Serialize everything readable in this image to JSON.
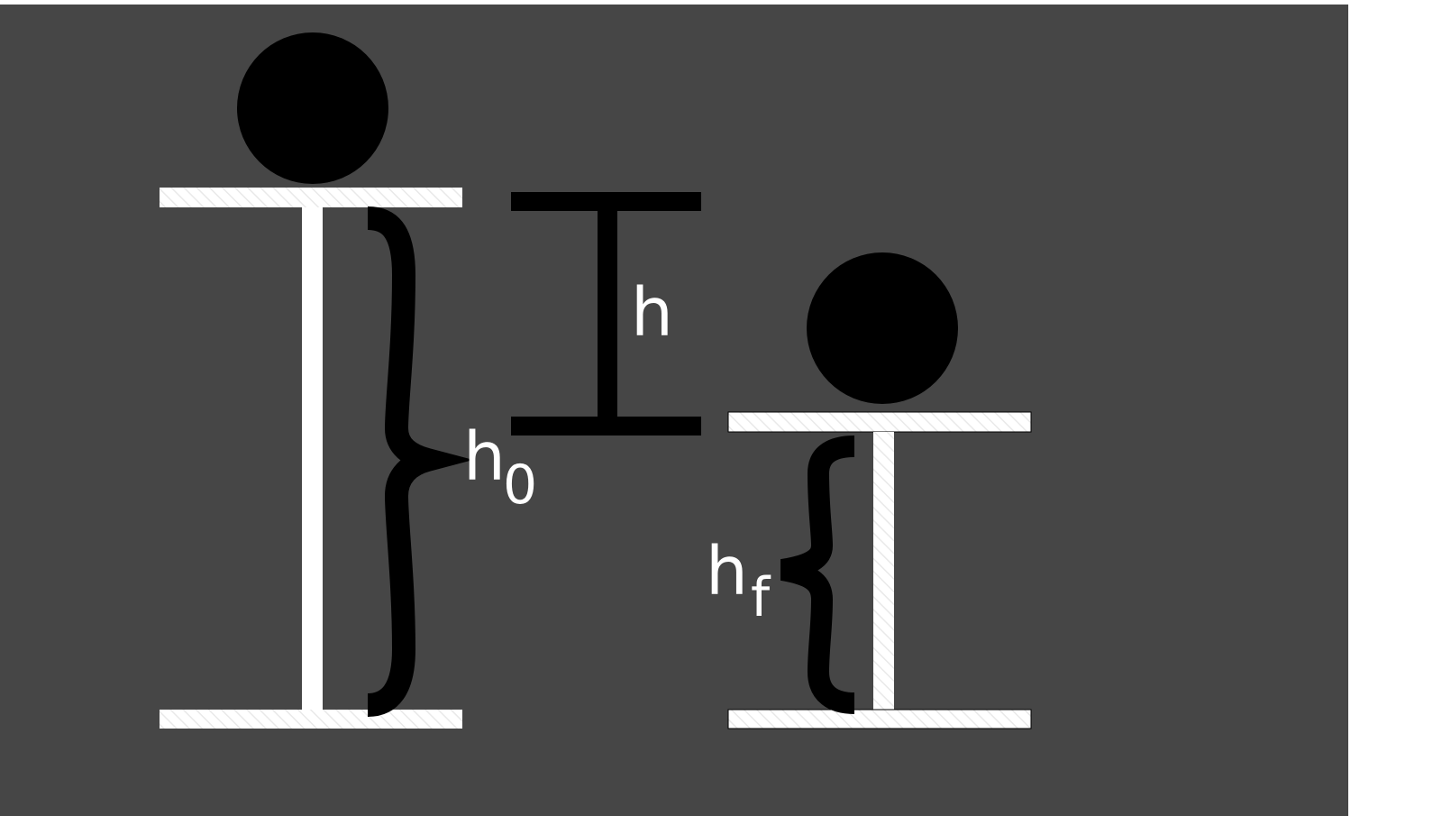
{
  "labels": {
    "h0_main": "h",
    "h0_sub": "0",
    "h_label": "h",
    "hf_main": "h",
    "hf_sub": "f"
  },
  "colors": {
    "background": "#464646",
    "page": "#ffffff",
    "beam": "#ffffff",
    "mass": "#000000",
    "brace": "#000000",
    "label": "#ffffff"
  }
}
